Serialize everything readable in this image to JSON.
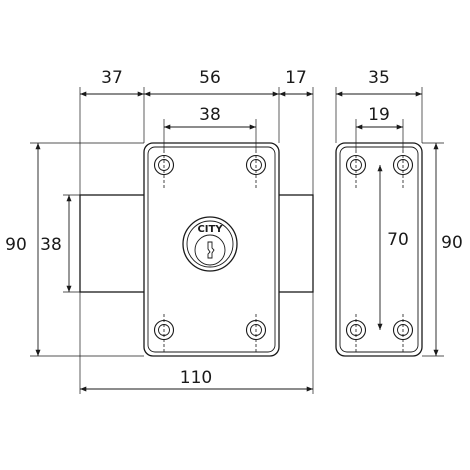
{
  "diagram": {
    "front_view": {
      "brand": "CITY",
      "dimensions": {
        "left_bolt_width": "37",
        "case_width": "56",
        "right_bolt_width": "17",
        "hole_spacing_horizontal": "38",
        "total_height": "90",
        "bolt_height": "38",
        "total_width": "110"
      }
    },
    "side_view": {
      "dimensions": {
        "width": "35",
        "hole_spacing_horizontal": "19",
        "hole_spacing_vertical": "70",
        "height": "90"
      }
    },
    "colors": {
      "line": "#1a1a1a",
      "background": "#ffffff"
    }
  }
}
